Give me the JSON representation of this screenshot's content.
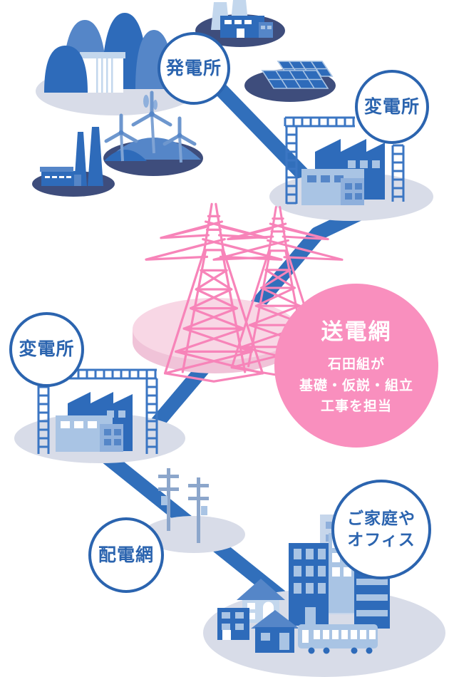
{
  "diagram_title": "electric-power-flow-diagram",
  "nodes": {
    "power_plant": {
      "label": "発電所",
      "icons": [
        "hydro-dam-icon",
        "nuclear-plant-icon",
        "solar-panels-icon",
        "wind-turbines-icon",
        "thermal-plant-icon"
      ]
    },
    "substation_right": {
      "label": "変電所",
      "icon": "substation-factory-icon"
    },
    "transmission_grid": {
      "label": "送電網",
      "note_line1": "石田組が",
      "note_line2": "基礎・仮説・組立",
      "note_line3": "工事を担当",
      "icon": "transmission-towers-icon"
    },
    "substation_left": {
      "label": "変電所",
      "icon": "substation-factory-icon"
    },
    "distribution_grid": {
      "label": "配電網",
      "icon": "utility-poles-icon"
    },
    "homes_offices": {
      "label_line1": "ご家庭や",
      "label_line2": "オフィス",
      "icon": "cityscape-icon"
    }
  },
  "flow_order": [
    "発電所",
    "変電所",
    "送電網",
    "変電所",
    "配電網",
    "ご家庭やオフィス"
  ],
  "colors": {
    "primary_blue": "#2E6BBA",
    "band_blue": "#316FBB",
    "lattice_blue": "#3B76C3",
    "navy": "#3E4D7C",
    "medium_blue": "#5586C8",
    "medium_light_blue": "#8FB0DC",
    "turbine_blue": "#6E97CE",
    "turbine_pole": "#7FA3D4",
    "light_blue": "#A9C4E4",
    "pale_blue": "#C3D7ED",
    "paler_blue": "#C6D6EB",
    "island_gray": "#D8DCE8",
    "pole_blue": "#8CA6CB",
    "label_blue": "#2B64AF",
    "pink": "#F784B9",
    "pink_circle": "#F98FBE",
    "pink_disc_top": "#F8D7E5",
    "pink_disc_side": "#F0C3D8"
  }
}
